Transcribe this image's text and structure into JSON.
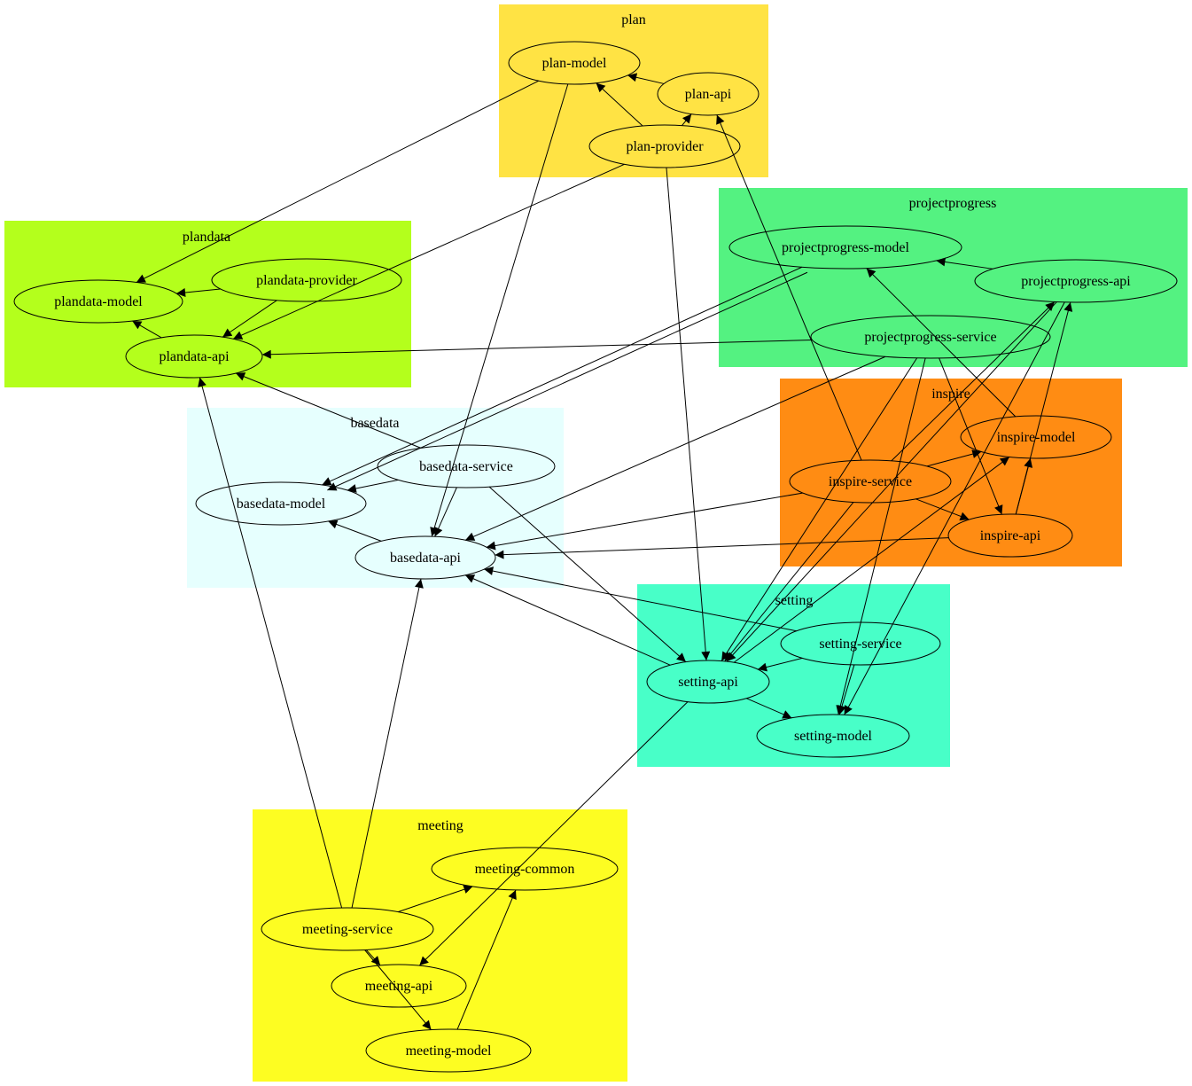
{
  "clusters": [
    {
      "id": "plan",
      "label": "plan",
      "color": "#ffe344"
    },
    {
      "id": "plandata",
      "label": "plandata",
      "color": "#b4ff1c"
    },
    {
      "id": "projectprogress",
      "label": "projectprogress",
      "color": "#54f281"
    },
    {
      "id": "basedata",
      "label": "basedata",
      "color": "#e6fffe"
    },
    {
      "id": "inspire",
      "label": "inspire",
      "color": "#ff8c13"
    },
    {
      "id": "setting",
      "label": "setting",
      "color": "#48ffc8"
    },
    {
      "id": "meeting",
      "label": "meeting",
      "color": "#fdfd22"
    }
  ],
  "nodes": [
    {
      "id": "plan-model",
      "label": "plan-model"
    },
    {
      "id": "plan-api",
      "label": "plan-api"
    },
    {
      "id": "plan-provider",
      "label": "plan-provider"
    },
    {
      "id": "plandata-model",
      "label": "plandata-model"
    },
    {
      "id": "plandata-provider",
      "label": "plandata-provider"
    },
    {
      "id": "plandata-api",
      "label": "plandata-api"
    },
    {
      "id": "projectprogress-model",
      "label": "projectprogress-model"
    },
    {
      "id": "projectprogress-api",
      "label": "projectprogress-api"
    },
    {
      "id": "projectprogress-service",
      "label": "projectprogress-service"
    },
    {
      "id": "basedata-service",
      "label": "basedata-service"
    },
    {
      "id": "basedata-model",
      "label": "basedata-model"
    },
    {
      "id": "basedata-api",
      "label": "basedata-api"
    },
    {
      "id": "inspire-model",
      "label": "inspire-model"
    },
    {
      "id": "inspire-service",
      "label": "inspire-service"
    },
    {
      "id": "inspire-api",
      "label": "inspire-api"
    },
    {
      "id": "setting-service",
      "label": "setting-service"
    },
    {
      "id": "setting-api",
      "label": "setting-api"
    },
    {
      "id": "setting-model",
      "label": "setting-model"
    },
    {
      "id": "meeting-common",
      "label": "meeting-common"
    },
    {
      "id": "meeting-service",
      "label": "meeting-service"
    },
    {
      "id": "meeting-api",
      "label": "meeting-api"
    },
    {
      "id": "meeting-model",
      "label": "meeting-model"
    }
  ],
  "edges": [
    {
      "from": "plan-api",
      "to": "plan-model"
    },
    {
      "from": "plan-provider",
      "to": "plan-model"
    },
    {
      "from": "plan-provider",
      "to": "plan-api"
    },
    {
      "from": "plan-model",
      "to": "plandata-model"
    },
    {
      "from": "plan-model",
      "to": "basedata-api"
    },
    {
      "from": "plan-provider",
      "to": "plandata-api"
    },
    {
      "from": "plan-provider",
      "to": "setting-api"
    },
    {
      "from": "plandata-provider",
      "to": "plandata-model"
    },
    {
      "from": "plandata-provider",
      "to": "plandata-api"
    },
    {
      "from": "plandata-api",
      "to": "plandata-model"
    },
    {
      "from": "projectprogress-api",
      "to": "projectprogress-model"
    },
    {
      "from": "projectprogress-service",
      "to": "plandata-api"
    },
    {
      "from": "projectprogress-model",
      "to": "basedata-model"
    },
    {
      "from": "projectprogress-model",
      "to": "basedata-model"
    },
    {
      "from": "projectprogress-service",
      "to": "basedata-api"
    },
    {
      "from": "projectprogress-service",
      "to": "inspire-api"
    },
    {
      "from": "projectprogress-service",
      "to": "setting-api"
    },
    {
      "from": "projectprogress-service",
      "to": "setting-model"
    },
    {
      "from": "inspire-service",
      "to": "plan-api"
    },
    {
      "from": "inspire-model",
      "to": "projectprogress-model"
    },
    {
      "from": "inspire-service",
      "to": "projectprogress-api"
    },
    {
      "from": "inspire-service",
      "to": "inspire-model"
    },
    {
      "from": "inspire-service",
      "to": "inspire-api"
    },
    {
      "from": "inspire-api",
      "to": "inspire-model"
    },
    {
      "from": "inspire-api",
      "to": "projectprogress-api"
    },
    {
      "from": "inspire-service",
      "to": "basedata-api"
    },
    {
      "from": "inspire-api",
      "to": "basedata-api"
    },
    {
      "from": "inspire-service",
      "to": "setting-api"
    },
    {
      "from": "basedata-service",
      "to": "plandata-api"
    },
    {
      "from": "basedata-service",
      "to": "basedata-model"
    },
    {
      "from": "basedata-service",
      "to": "basedata-api"
    },
    {
      "from": "basedata-api",
      "to": "basedata-model"
    },
    {
      "from": "basedata-service",
      "to": "setting-api"
    },
    {
      "from": "setting-api",
      "to": "basedata-api"
    },
    {
      "from": "setting-service",
      "to": "basedata-api"
    },
    {
      "from": "setting-service",
      "to": "setting-api"
    },
    {
      "from": "setting-service",
      "to": "setting-model"
    },
    {
      "from": "setting-api",
      "to": "setting-model"
    },
    {
      "from": "setting-api",
      "to": "inspire-model"
    },
    {
      "from": "setting-api",
      "to": "meeting-api"
    },
    {
      "from": "projectprogress-api",
      "to": "setting-api"
    },
    {
      "from": "projectprogress-api",
      "to": "setting-model"
    },
    {
      "from": "meeting-service",
      "to": "plandata-api"
    },
    {
      "from": "meeting-service",
      "to": "basedata-api"
    },
    {
      "from": "meeting-service",
      "to": "meeting-common"
    },
    {
      "from": "meeting-service",
      "to": "meeting-api"
    },
    {
      "from": "meeting-service",
      "to": "meeting-model"
    },
    {
      "from": "meeting-model",
      "to": "meeting-common"
    }
  ]
}
